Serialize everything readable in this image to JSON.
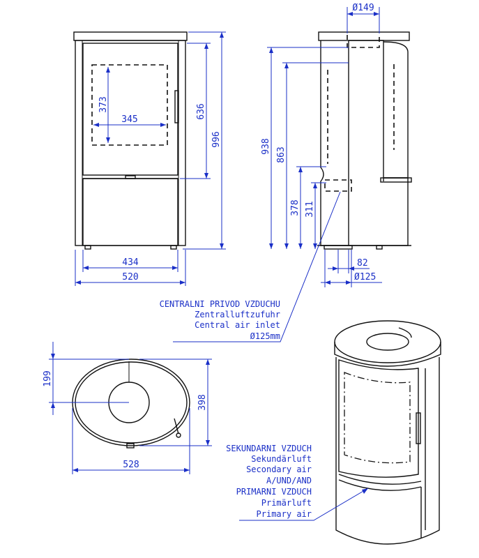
{
  "front_view": {
    "dim_373": "373",
    "dim_345": "345",
    "dim_636": "636",
    "dim_996": "996",
    "dim_434": "434",
    "dim_520": "520"
  },
  "side_view": {
    "dim_149": "Ø149",
    "dim_938": "938",
    "dim_863": "863",
    "dim_378": "378",
    "dim_311": "311",
    "dim_82": "82",
    "dim_125": "Ø125"
  },
  "top_view": {
    "dim_199": "199",
    "dim_398": "398",
    "dim_528": "528"
  },
  "central_air_note": {
    "line1": "CENTRALNI PRIVOD VZDUCHU",
    "line2": "Zentralluftzufuhr",
    "line3": "Central air inlet",
    "line4": "Ø125mm"
  },
  "air_note": {
    "line1": "SEKUNDARNI VZDUCH",
    "line2": "Sekundärluft",
    "line3": "Secondary air",
    "line4": "A/UND/AND",
    "line5": "PRIMARNI VZDUCH",
    "line6": "Primärluft",
    "line7": "Primary air"
  }
}
